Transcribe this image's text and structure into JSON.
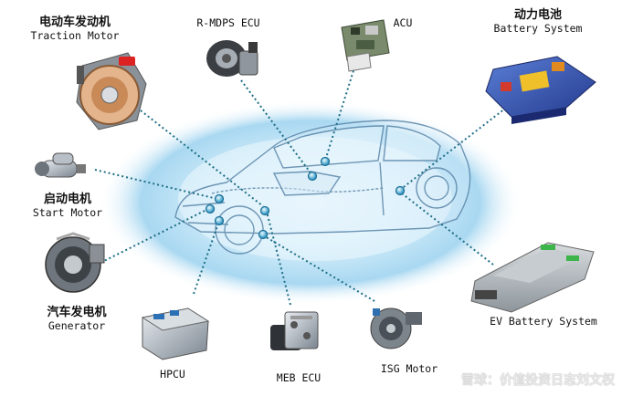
{
  "components": {
    "traction_motor": {
      "zh": "电动车发动机",
      "en": "Traction Motor"
    },
    "r_mdps_ecu": {
      "en": "R-MDPS ECU"
    },
    "acu": {
      "en": "ACU"
    },
    "battery_system": {
      "zh": "动力电池",
      "en": "Battery System"
    },
    "start_motor": {
      "zh": "启动电机",
      "en": "Start Motor"
    },
    "generator": {
      "zh": "汽车发电机",
      "en": "Generator"
    },
    "hpcu": {
      "en": "HPCU"
    },
    "meb_ecu": {
      "en": "MEB ECU"
    },
    "isg_motor": {
      "en": "ISG Motor"
    },
    "ev_battery_system": {
      "en": "EV Battery System"
    }
  },
  "watermark": "雪球：价值投资日志刘文权",
  "colors": {
    "glow": "#bfe4f7",
    "glow_core": "#e8f6fd",
    "car_line": "#5a86a8",
    "leader": "#1e6f86",
    "node": "#2fa6cf"
  }
}
